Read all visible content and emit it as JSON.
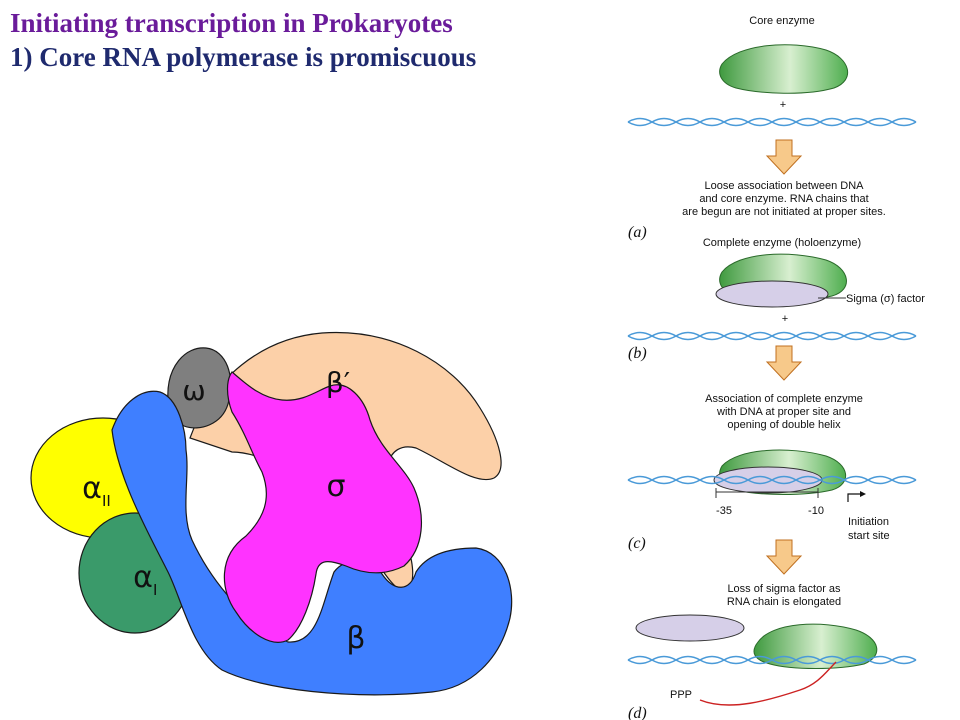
{
  "title": {
    "line1": "Initiating transcription in Prokaryotes",
    "line2": "1) Core RNA polymerase is promiscuous"
  },
  "polymerase": {
    "subunits": {
      "omega": "ω",
      "beta_prime": "β′",
      "alpha_ii": "α",
      "alpha_ii_sub": "II",
      "alpha_i": "α",
      "alpha_i_sub": "I",
      "sigma": "σ",
      "beta": "β"
    },
    "colors": {
      "omega": "#7f7f7f",
      "beta_prime": "#fcd0a8",
      "alpha_ii": "#ffff00",
      "alpha_i": "#3a9a6a",
      "sigma": "#ff33ff",
      "beta": "#3f7fff"
    }
  },
  "pathway": {
    "core_enzyme": "Core enzyme",
    "plus_1": "+",
    "step_a_text": [
      "Loose association between DNA",
      "and core enzyme. RNA chains that",
      "are begun are not initiated at proper sites."
    ],
    "label_a": "(a)",
    "holoenzyme": "Complete enzyme (holoenzyme)",
    "sigma_factor": "Sigma (σ) factor",
    "plus_2": "+",
    "label_b": "(b)",
    "step_b_text": [
      "Association of complete enzyme",
      "with DNA at proper site and",
      "opening of double helix"
    ],
    "minus35": "-35",
    "minus10": "-10",
    "initiation": [
      "Initiation",
      "start site"
    ],
    "label_c": "(c)",
    "step_c_text": [
      "Loss of sigma factor as",
      "RNA chain is elongated"
    ],
    "ppp": "PPP",
    "label_d": "(d)"
  }
}
